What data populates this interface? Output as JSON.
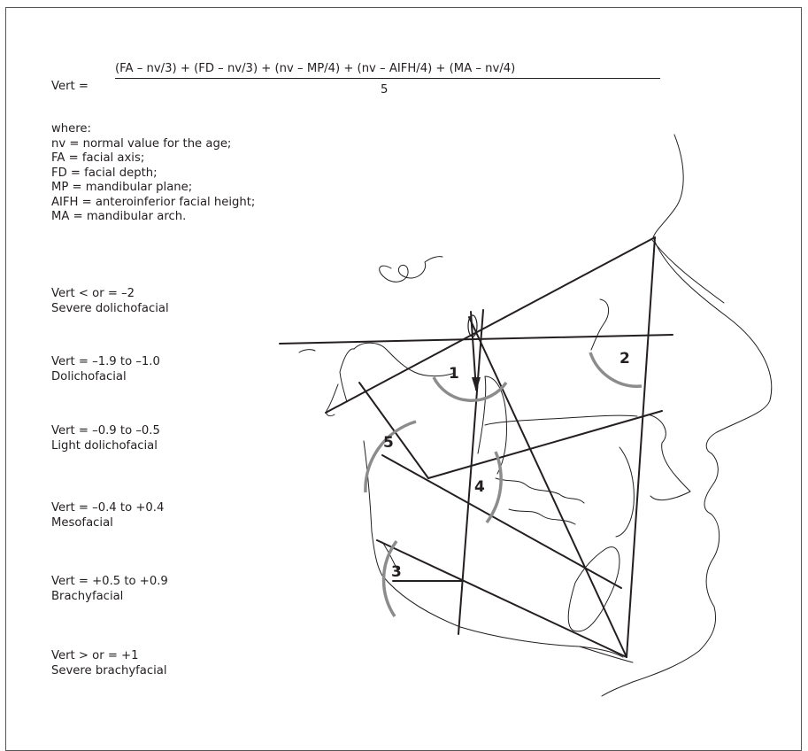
{
  "formula": {
    "lhs": "Vert =",
    "numerator": "(FA – nv/3) + (FD – nv/3) + (nv – MP/4) + (nv – AIFH/4) + (MA – nv/4)",
    "denominator": "5"
  },
  "definitions": {
    "heading": "where:",
    "items": [
      "nv = normal value for the age;",
      "FA = facial axis;",
      "FD = facial depth;",
      "MP = mandibular plane;",
      "AIFH = anteroinferior facial height;",
      "MA = mandibular arch."
    ]
  },
  "classifications": [
    {
      "range": "Vert < or = –2",
      "label": "Severe dolichofacial"
    },
    {
      "range": "Vert = –1.9 to –1.0",
      "label": "Dolichofacial"
    },
    {
      "range": "Vert = –0.9 to –0.5",
      "label": "Light dolichofacial"
    },
    {
      "range": "Vert = –0.4 to +0.4",
      "label": "Mesofacial"
    },
    {
      "range": "Vert = +0.5 to +0.9",
      "label": "Brachyfacial"
    },
    {
      "range": "Vert > or = +1",
      "label": "Severe brachyfacial"
    }
  ],
  "diagram": {
    "angle_labels": [
      "1",
      "2",
      "3",
      "4",
      "5"
    ],
    "colors": {
      "lines": "#231f20",
      "arcs": "#8c8c8c",
      "outline": "#231f20"
    }
  }
}
